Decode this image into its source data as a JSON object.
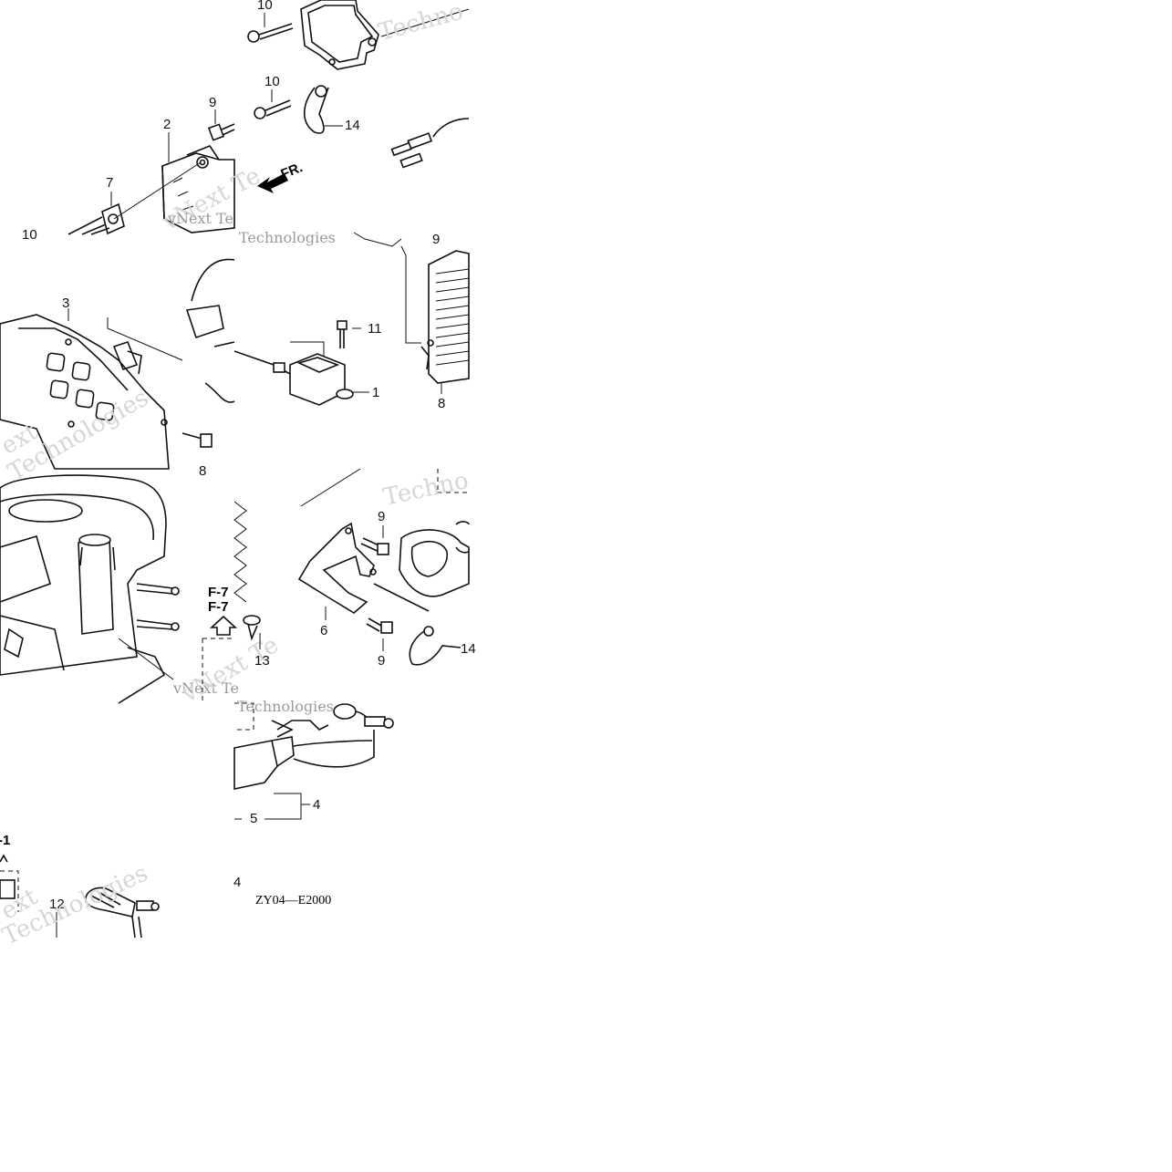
{
  "drawing_code": "ZY04—E2000",
  "page_marker": "4",
  "front_indicator": "FR.",
  "figure_refs": [
    "F-7",
    "F-7",
    "-1"
  ],
  "watermarks": {
    "brand_a": "vNext Te",
    "brand_b": "Techno",
    "brand_c": "Technologies",
    "brand_d": "ext"
  },
  "callouts": {
    "tile_a": [
      "10",
      "9",
      "2",
      "7",
      "10"
    ],
    "tile_b": [
      "10",
      "10",
      "14"
    ],
    "tile_d": [
      "3",
      "8"
    ],
    "tile_e": [
      "9",
      "11",
      "1",
      "8"
    ],
    "tile_h": [
      "13"
    ],
    "tile_i": [
      "9",
      "6",
      "9",
      "14"
    ],
    "tile_j": [
      "4",
      "5"
    ],
    "tile_m": [
      "12"
    ]
  }
}
